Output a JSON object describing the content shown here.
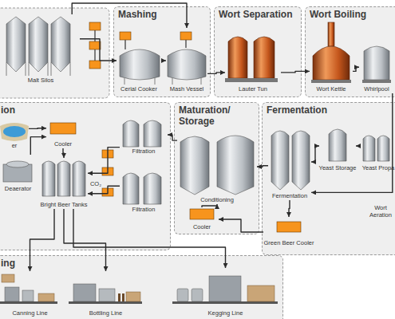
{
  "diagram": {
    "nodes": [
      {
        "text": [
          "Malt Silos"
        ]
      },
      {
        "text": [
          "Mashing"
        ]
      },
      {
        "text": [
          "Cerial Cooker"
        ],
        "in": 1
      },
      {
        "text": [
          "Mash Vessel"
        ],
        "in": 1
      },
      {
        "text": [
          "Wort Separation"
        ]
      },
      {
        "text": [
          "Lauter Tun"
        ],
        "in": 4
      },
      {
        "text": [
          "Wort Boiling"
        ]
      },
      {
        "text": [
          "Wort Kettle"
        ],
        "in": 6
      },
      {
        "text": [
          "Whirlpool"
        ],
        "in": 6
      },
      {
        "text": [
          "ion"
        ]
      },
      {
        "text": [
          "er"
        ],
        "in": 9
      },
      {
        "text": [
          "Cooler"
        ],
        "in": 9
      },
      {
        "text": [
          "Deaerator"
        ],
        "in": 9
      },
      {
        "text": [
          "Bright Beer Tanks"
        ],
        "in": 9
      },
      {
        "text": [
          "Filtration"
        ],
        "in": 9
      },
      {
        "text": [
          "Filtration"
        ],
        "in": 9
      },
      {
        "text": [
          "Maturation/ Storage"
        ]
      },
      {
        "text": [
          "Conditioning"
        ],
        "in": 16
      },
      {
        "text": [
          "Cooler"
        ],
        "in": 16
      },
      {
        "text": [
          "Fermentation"
        ]
      },
      {
        "text": [
          "Fermentation"
        ],
        "in": 19
      },
      {
        "text": [
          "Yeast Storage"
        ],
        "in": 19
      },
      {
        "text": [
          "Yeast Propa"
        ],
        "in": 19
      },
      {
        "text": [
          "Green Beer Cooler"
        ],
        "in": 19
      },
      {
        "text": [
          "ing"
        ]
      },
      {
        "text": [
          "Canning Line"
        ],
        "in": 24
      },
      {
        "text": [
          "Bottling Line"
        ],
        "in": 24
      },
      {
        "text": [
          "Kegging Line"
        ],
        "in": 24
      }
    ],
    "edges": [
      {
        "from": 0,
        "to": 2,
        "arrow": "to"
      },
      {
        "from": 0,
        "to": 3,
        "arrow": "to"
      },
      {
        "from": 2,
        "to": 3,
        "arrow": "to"
      },
      {
        "from": 3,
        "to": 5,
        "arrow": "to"
      },
      {
        "from": 5,
        "to": 7,
        "arrow": "to"
      },
      {
        "from": 7,
        "to": 8,
        "arrow": "to"
      },
      {
        "from": 8,
        "to": 20,
        "arrow": "to"
      },
      {
        "from": 22,
        "to": 21,
        "arrow": "to"
      },
      {
        "from": 21,
        "to": 20,
        "arrow": "both"
      },
      {
        "from": 20,
        "to": 23,
        "arrow": "to"
      },
      {
        "from": 23,
        "to": 18,
        "arrow": "to"
      },
      {
        "from": 18,
        "to": 17,
        "arrow": "to"
      },
      {
        "from": 20,
        "to": 17,
        "arrow": "to"
      },
      {
        "from": 17,
        "to": 14,
        "arrow": "to"
      },
      {
        "from": 14,
        "to": 13,
        "arrow": "to"
      },
      {
        "from": 15,
        "to": 13,
        "arrow": "to"
      },
      {
        "from": 10,
        "to": 11,
        "arrow": "to"
      },
      {
        "from": 12,
        "to": 11,
        "arrow": "to"
      },
      {
        "from": 11,
        "to": 13,
        "arrow": "to"
      },
      {
        "from": 13,
        "to": 25,
        "arrow": "to"
      },
      {
        "from": 13,
        "to": 26,
        "arrow": "to"
      },
      {
        "from": 13,
        "to": 27,
        "arrow": "to"
      }
    ],
    "labels": [
      "CO₂",
      "Wort Aeration"
    ]
  }
}
